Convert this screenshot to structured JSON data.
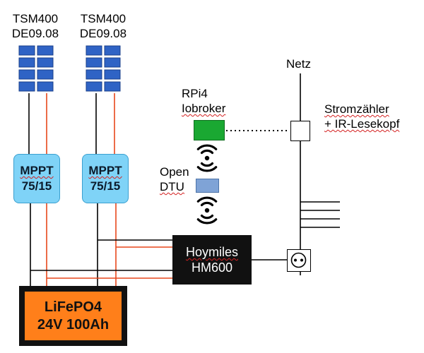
{
  "panels": [
    {
      "name_line1": "TSM400",
      "name_line2": "DE09.08"
    },
    {
      "name_line1": "TSM400",
      "name_line2": "DE09.08"
    }
  ],
  "mppt": [
    {
      "line1": "MPPT",
      "line2": "75/15"
    },
    {
      "line1": "MPPT",
      "line2": "75/15"
    }
  ],
  "battery": {
    "line1": "LiFePO4",
    "line2": "24V 100Ah"
  },
  "inverter": {
    "line1": "Hoymiles",
    "line2": "HM600"
  },
  "rpi": {
    "line1": "RPi4",
    "line2": "Iobroker"
  },
  "dtu": {
    "line1": "Open",
    "line2": "DTU"
  },
  "grid": {
    "label": "Netz"
  },
  "meter": {
    "line1": "Stromzähler",
    "line2": "+ IR-Lesekopf"
  },
  "colors": {
    "dc_positive": "#e8471c",
    "wire": "#000000",
    "panel_cell": "#2f63c5",
    "mppt_fill": "#7fd3f7",
    "battery_fill": "#ff7f1a",
    "rpi_fill": "#1aa832",
    "dtu_fill": "#7fa3d6",
    "inverter_fill": "#111111"
  }
}
